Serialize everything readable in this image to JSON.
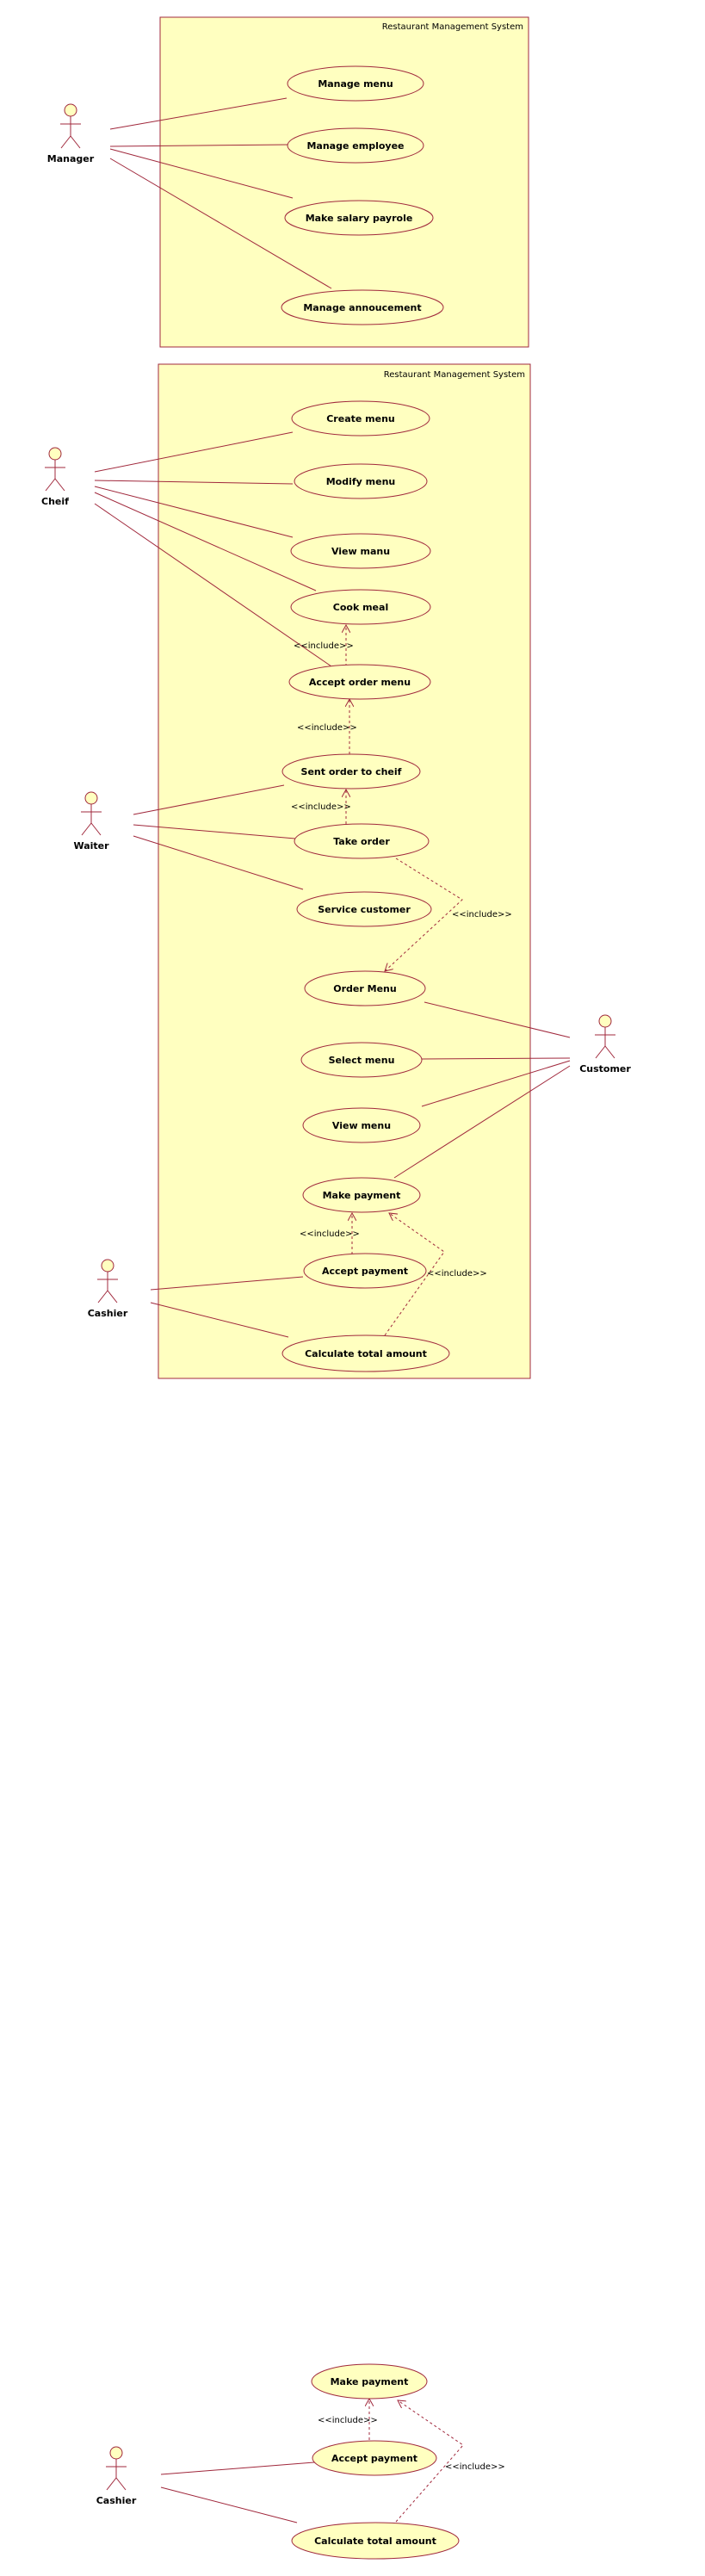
{
  "systems": [
    {
      "title": "Restaurant Management   System"
    },
    {
      "title": "Restaurant Management   System"
    }
  ],
  "actors": {
    "manager": "Manager",
    "chief": "Cheif",
    "waiter": "Waiter",
    "customer": "Customer",
    "cashier1": "Cashier",
    "cashier2": "Cashier"
  },
  "usecases": {
    "manage_menu": "Manage menu",
    "manage_employee": "Manage employee",
    "make_salary": "Make salary payrole",
    "manage_announcement": "Manage annoucement",
    "create_menu": "Create menu",
    "modify_menu": "Modify menu",
    "view_manu": "View manu",
    "cook_meal": "Cook meal",
    "accept_order_menu": "Accept order menu",
    "sent_order": "Sent order to cheif",
    "take_order": "Take order",
    "service_customer": "Service customer",
    "order_menu": "Order Menu",
    "select_menu": "Select menu",
    "view_menu": "View menu",
    "make_payment": "Make payment",
    "accept_payment": "Accept payment",
    "calc_total": "Calculate total amount",
    "make_payment_2": "Make payment",
    "accept_payment_2": "Accept payment",
    "calc_total_2": "Calculate total amount"
  },
  "relations": {
    "include_label": "<<include>>"
  }
}
